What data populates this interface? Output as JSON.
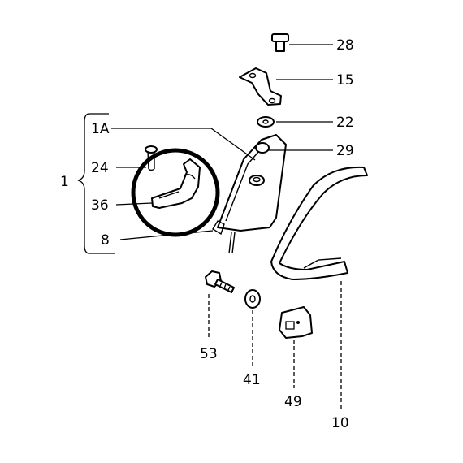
{
  "diagram": {
    "labels": {
      "l28": "28",
      "l15": "15",
      "l22": "22",
      "l1A": "1A",
      "l29": "29",
      "l1": "1",
      "l24": "24",
      "l36": "36",
      "l8": "8",
      "l53": "53",
      "l41": "41",
      "l49": "49",
      "l10": "10"
    },
    "colors": {
      "ink": "#000000",
      "paper": "#ffffff"
    }
  }
}
